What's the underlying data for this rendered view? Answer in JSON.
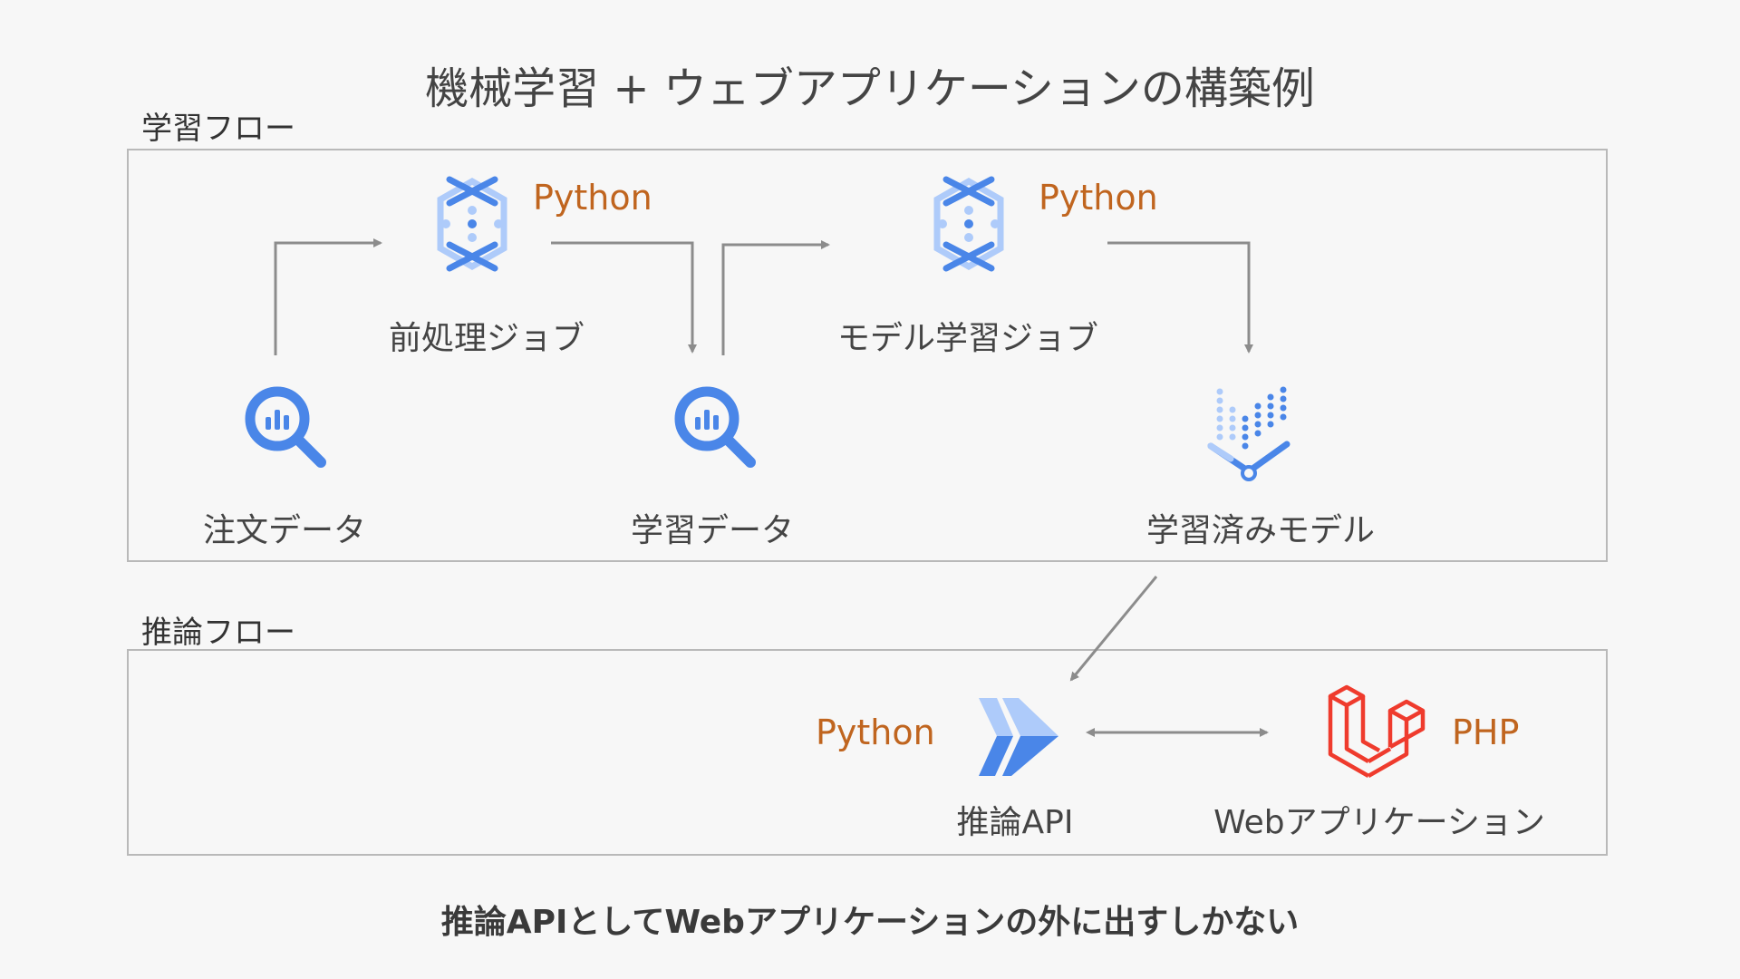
{
  "title": "機械学習 + ウェブアプリケーションの構築例",
  "sections": {
    "training": {
      "label": "学習フロー"
    },
    "inference": {
      "label": "推論フロー"
    }
  },
  "nodes": {
    "order_data": {
      "label": "注文データ",
      "icon": "bigquery-icon"
    },
    "preprocess_job": {
      "label": "前処理ジョブ",
      "lang": "Python",
      "icon": "dataflow-icon"
    },
    "training_data": {
      "label": "学習データ",
      "icon": "bigquery-icon"
    },
    "model_training_job": {
      "label": "モデル学習ジョブ",
      "lang": "Python",
      "icon": "dataflow-icon"
    },
    "trained_model": {
      "label": "学習済みモデル",
      "icon": "vertex-ai-icon"
    },
    "inference_api": {
      "label": "推論API",
      "lang": "Python",
      "icon": "cloud-run-icon"
    },
    "web_app": {
      "label": "Webアプリケーション",
      "lang": "PHP",
      "icon": "laravel-icon"
    }
  },
  "footer": "推論APIとしてWebアプリケーションの外に出すしかない",
  "colors": {
    "lang": "#c0651f",
    "google_blue": "#4a86e8",
    "google_light_blue": "#aecbfa",
    "laravel_red": "#ef3b2d",
    "arrow": "#8c8c8c",
    "border": "#b9b9b9"
  }
}
